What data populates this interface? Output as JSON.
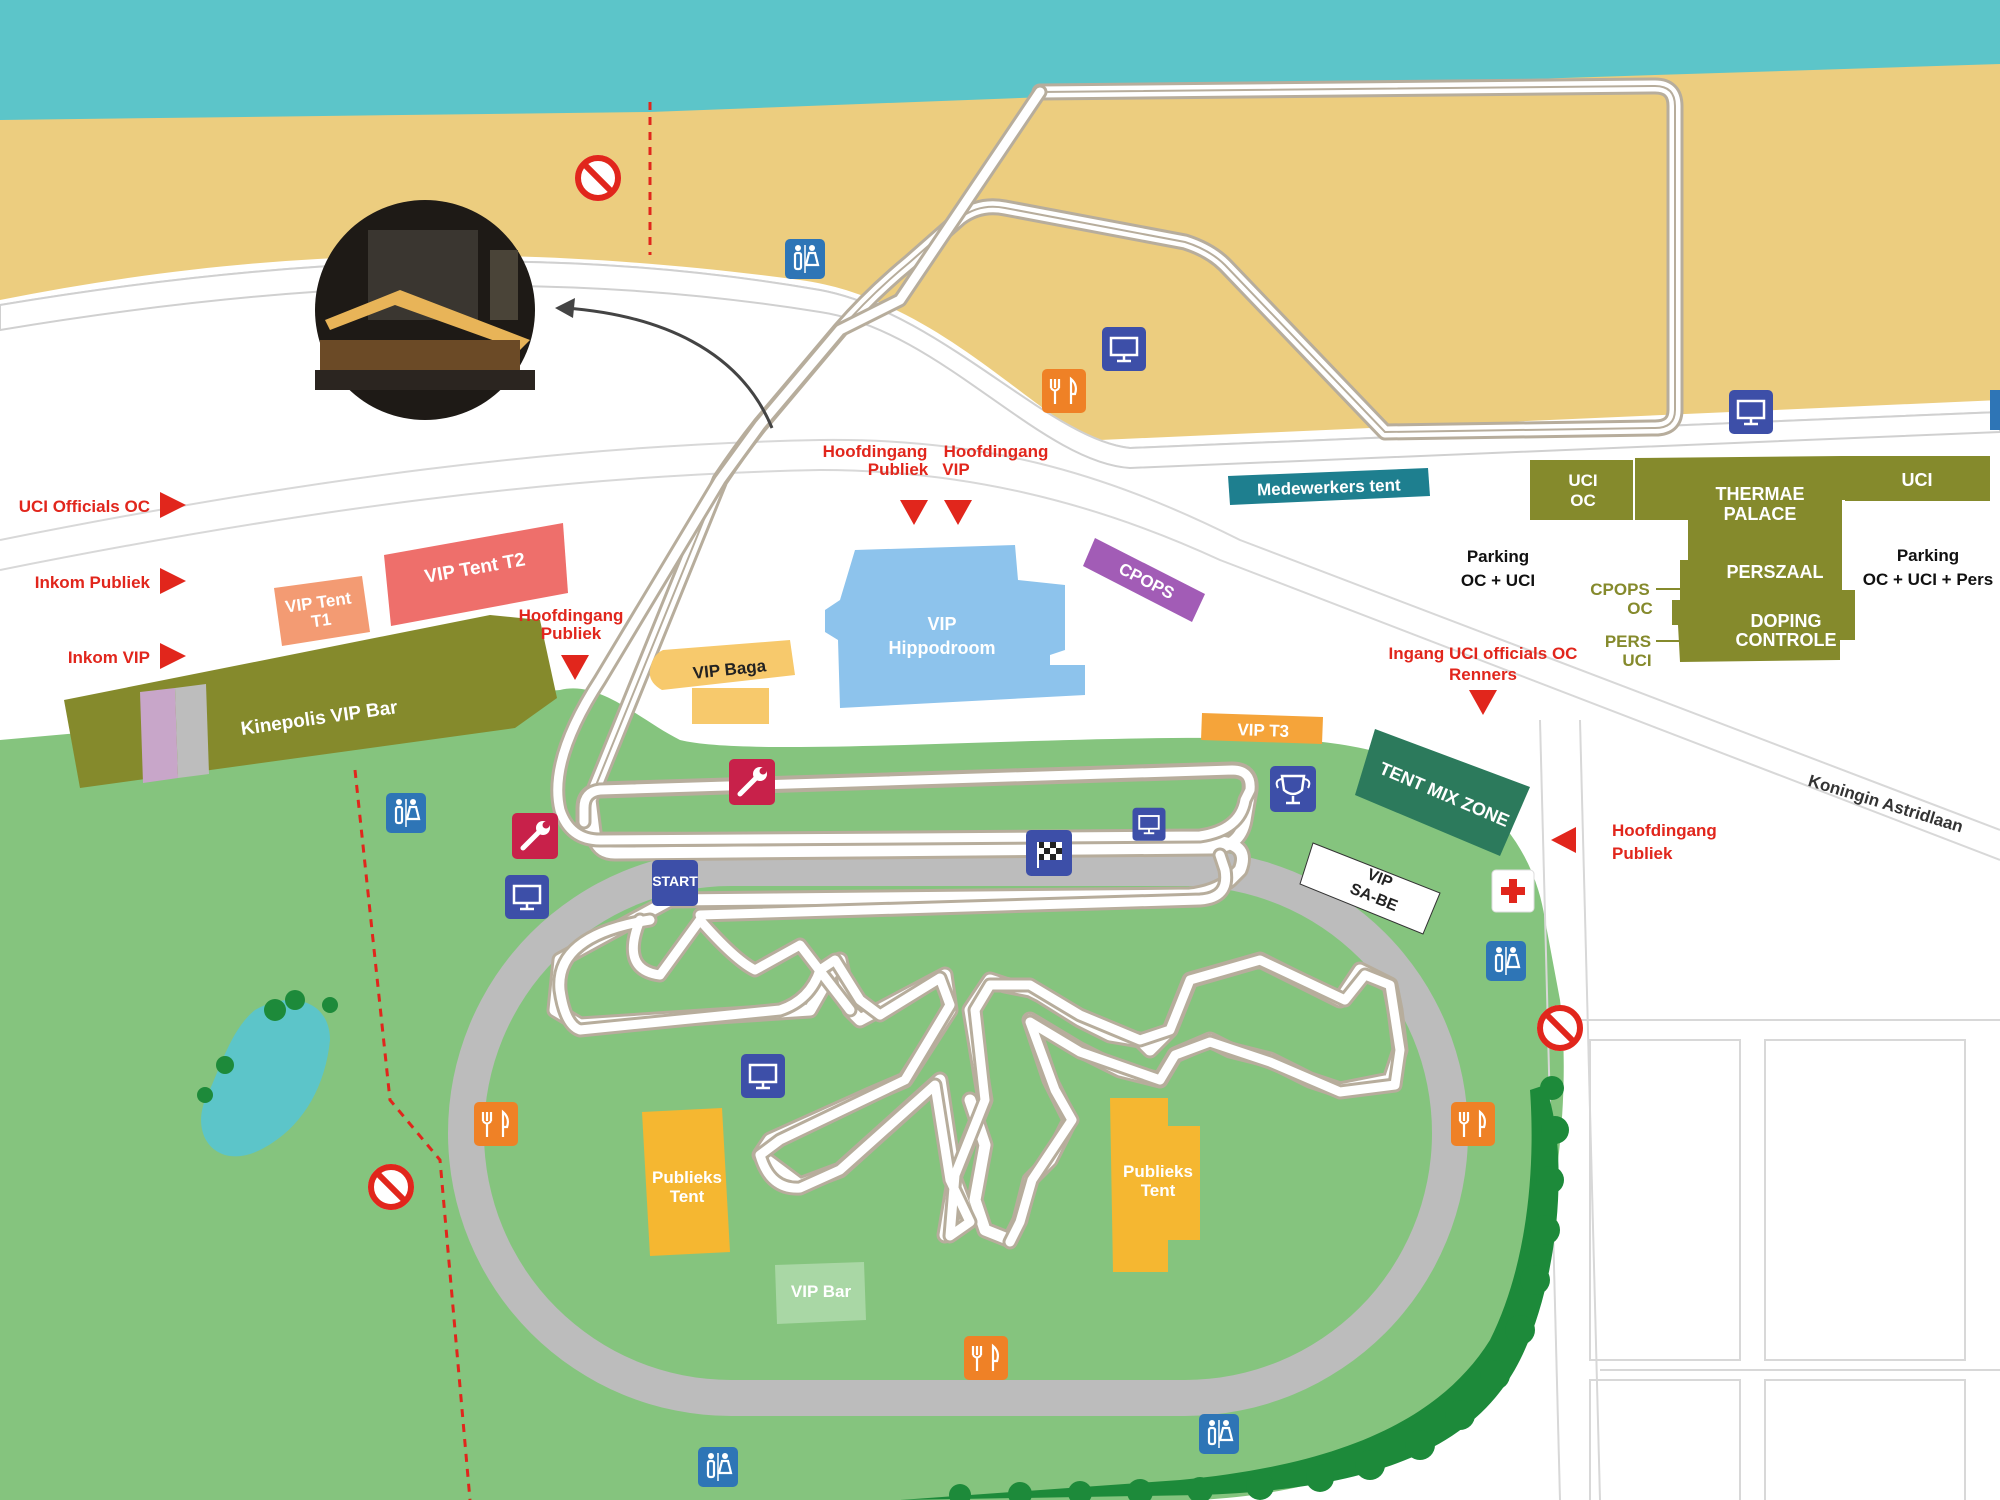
{
  "entrances": {
    "uci_officials_oc": "UCI Officials OC",
    "inkom_publiek": "Inkom Publiek",
    "inkom_vip": "Inkom VIP",
    "hoofdingang_publiek_top_1": "Hoofdingang",
    "hoofdingang_publiek_top_2": "Publiek",
    "hoofdingang_vip_1": "Hoofdingang",
    "hoofdingang_vip_2": "VIP",
    "hoofdingang_publiek_left_1": "Hoofdingang",
    "hoofdingang_publiek_left_2": "Publiek",
    "ingang_uci_1": "Ingang UCI officials OC",
    "ingang_uci_2": "Renners",
    "hoofdingang_publiek_right_1": "Hoofdingang",
    "hoofdingang_publiek_right_2": "Publiek"
  },
  "venues": {
    "vip_tent_t2": "VIP Tent T2",
    "vip_tent_t1_1": "VIP Tent",
    "vip_tent_t1_2": "T1",
    "kinepolis_vip_bar": "Kinepolis VIP Bar",
    "vip_baga": "VIP Baga",
    "vip_hippodroom_1": "VIP",
    "vip_hippodroom_2": "Hippodroom",
    "cpops_tag": "CPOPS",
    "medewerkers_tent": "Medewerkers tent",
    "vip_t3": "VIP T3",
    "tent_mix_zone": "TENT MIX ZONE",
    "vip_sabe_1": "VIP",
    "vip_sabe_2": "SA-BE",
    "publieks_tent_1": "Publieks",
    "publieks_tent_2": "Tent",
    "vip_bar": "VIP Bar",
    "start": "START"
  },
  "thermae": {
    "uci_oc_1": "UCI",
    "uci_oc_2": "OC",
    "thermae_palace_1": "THERMAE",
    "thermae_palace_2": "PALACE",
    "uci": "UCI",
    "perszaal": "PERSZAAL",
    "doping_1": "DOPING",
    "doping_2": "CONTROLE",
    "cpops_oc_1": "CPOPS",
    "cpops_oc_2": "OC",
    "pers_uci_1": "PERS",
    "pers_uci_2": "UCI"
  },
  "parking": {
    "left_1": "Parking",
    "left_2": "OC + UCI",
    "right_1": "Parking",
    "right_2": "OC + UCI + Pers"
  },
  "street": "Koningin Astridlaan",
  "colors": {
    "sea": "#5cc5c9",
    "beach": "#eccd7f",
    "grass": "#85c47e",
    "road": "#ffffff",
    "racetrack": "#bcbcbc",
    "olive": "#858a2c",
    "red": "#e1261c",
    "icon_blue": "#2e75b6",
    "icon_navy": "#3d4fa8",
    "icon_orange": "#ef8126",
    "icon_crimson": "#c8214a"
  },
  "icons": [
    "no-entry-icon",
    "toilet-icon",
    "screen-icon",
    "food-icon",
    "mechanic-icon",
    "finish-flag-icon",
    "trophy-icon",
    "first-aid-icon"
  ]
}
